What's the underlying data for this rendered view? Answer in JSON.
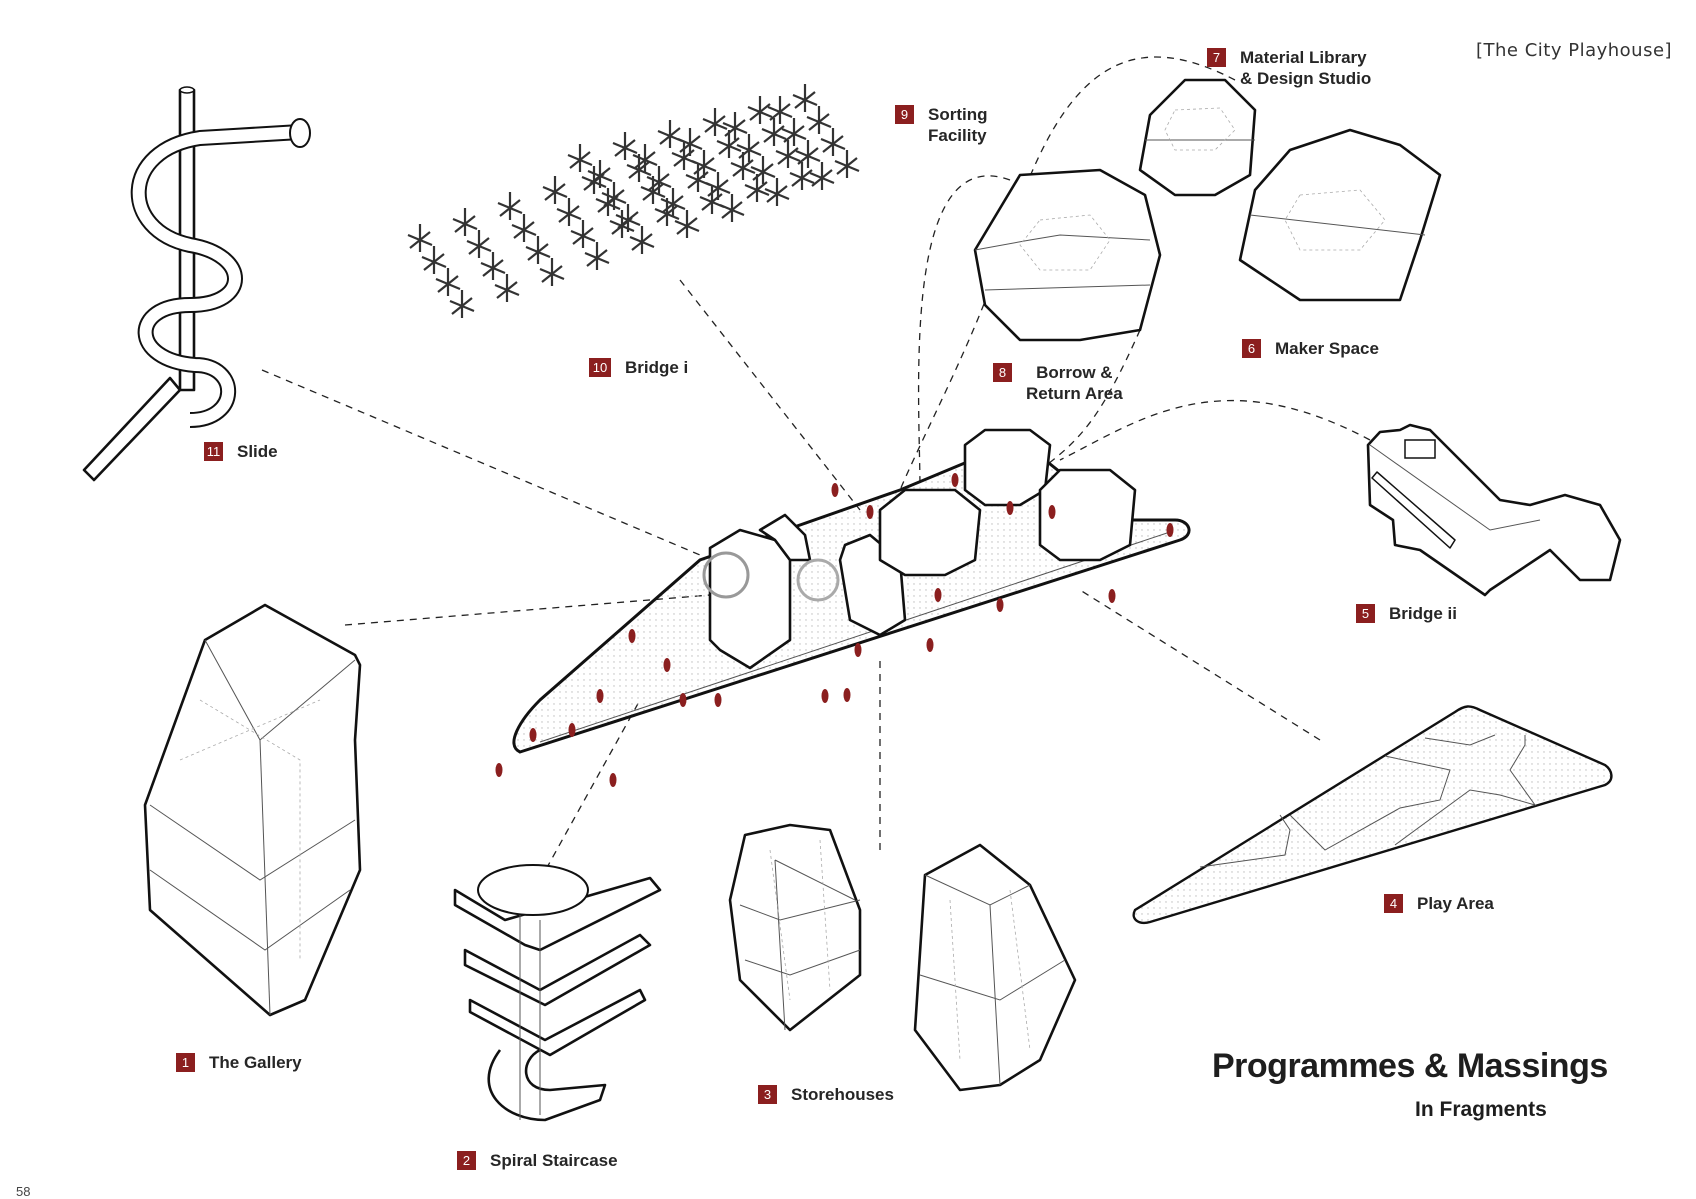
{
  "header": {
    "project_title": "[The City Playhouse]"
  },
  "footer": {
    "title": "Programmes & Massings",
    "subtitle": "In Fragments",
    "page_number": "58"
  },
  "accent_color": "#8b1f1f",
  "programmes": [
    {
      "number": "1",
      "name": "The Gallery"
    },
    {
      "number": "2",
      "name": "Spiral Staircase"
    },
    {
      "number": "3",
      "name": "Storehouses"
    },
    {
      "number": "4",
      "name": "Play Area"
    },
    {
      "number": "5",
      "name": "Bridge ii"
    },
    {
      "number": "6",
      "name": "Maker Space"
    },
    {
      "number": "7",
      "name": "Material Library\n& Design Studio"
    },
    {
      "number": "8",
      "name": "Borrow &\nReturn Area"
    },
    {
      "number": "9",
      "name": "Sorting\nFacility"
    },
    {
      "number": "10",
      "name": "Bridge i"
    },
    {
      "number": "11",
      "name": "Slide"
    }
  ]
}
